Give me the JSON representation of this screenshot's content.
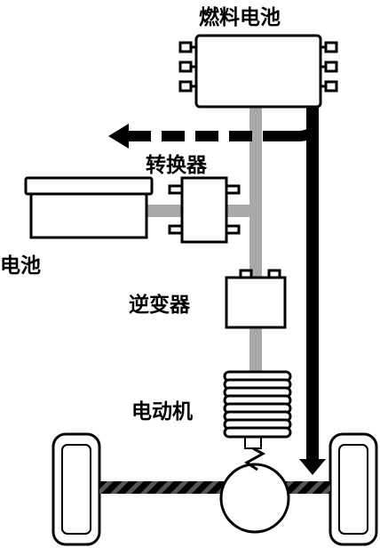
{
  "labels": {
    "fuel_cell": "燃料电池",
    "converter": "转换器",
    "battery": "电池",
    "inverter": "逆变器",
    "motor": "电动机"
  },
  "colors": {
    "ink": "#000000",
    "energy_path": "#a9a9a9",
    "fill": "#ffffff"
  }
}
